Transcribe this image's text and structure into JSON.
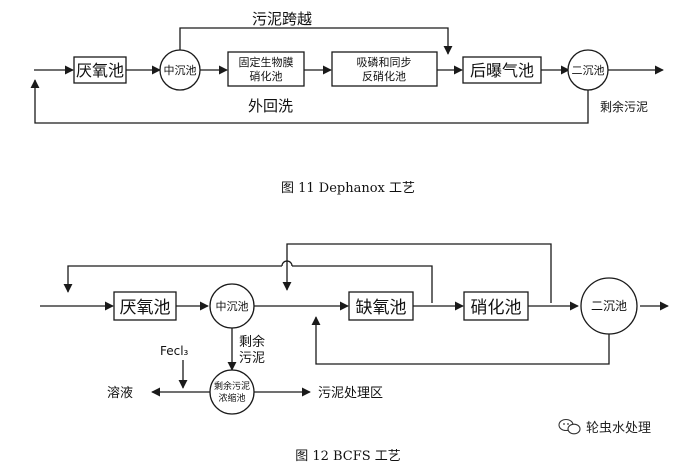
{
  "figure11": {
    "caption": "图 11   Dephanox 工艺",
    "bypass_label": "污泥跨越",
    "return_label": "外回洗",
    "excess_label": "剩余污泥",
    "units": {
      "anaerobic": "厌氧池",
      "mid_clarifier": "中沉池",
      "fixed_film_l1": "固定生物膜",
      "fixed_film_l2": "硝化池",
      "p_uptake_l1": "吸磷和同步",
      "p_uptake_l2": "反硝化池",
      "post_aeration": "后曝气池",
      "secondary_clarifier": "二沉池"
    }
  },
  "figure12": {
    "caption": "图 12   BCFS 工艺",
    "units": {
      "anaerobic": "厌氧池",
      "mid_clarifier": "中沉池",
      "anoxic": "缺氧池",
      "nitrification": "硝化池",
      "secondary_clarifier": "二沉池",
      "thickener_l1": "剩余污泥",
      "thickener_l2": "浓缩池"
    },
    "excess_l1": "剩余",
    "excess_l2": "污泥",
    "fecl3": "Fecl₃",
    "solution": "溶液",
    "sludge_area": "污泥处理区"
  },
  "watermark": "轮虫水处理"
}
